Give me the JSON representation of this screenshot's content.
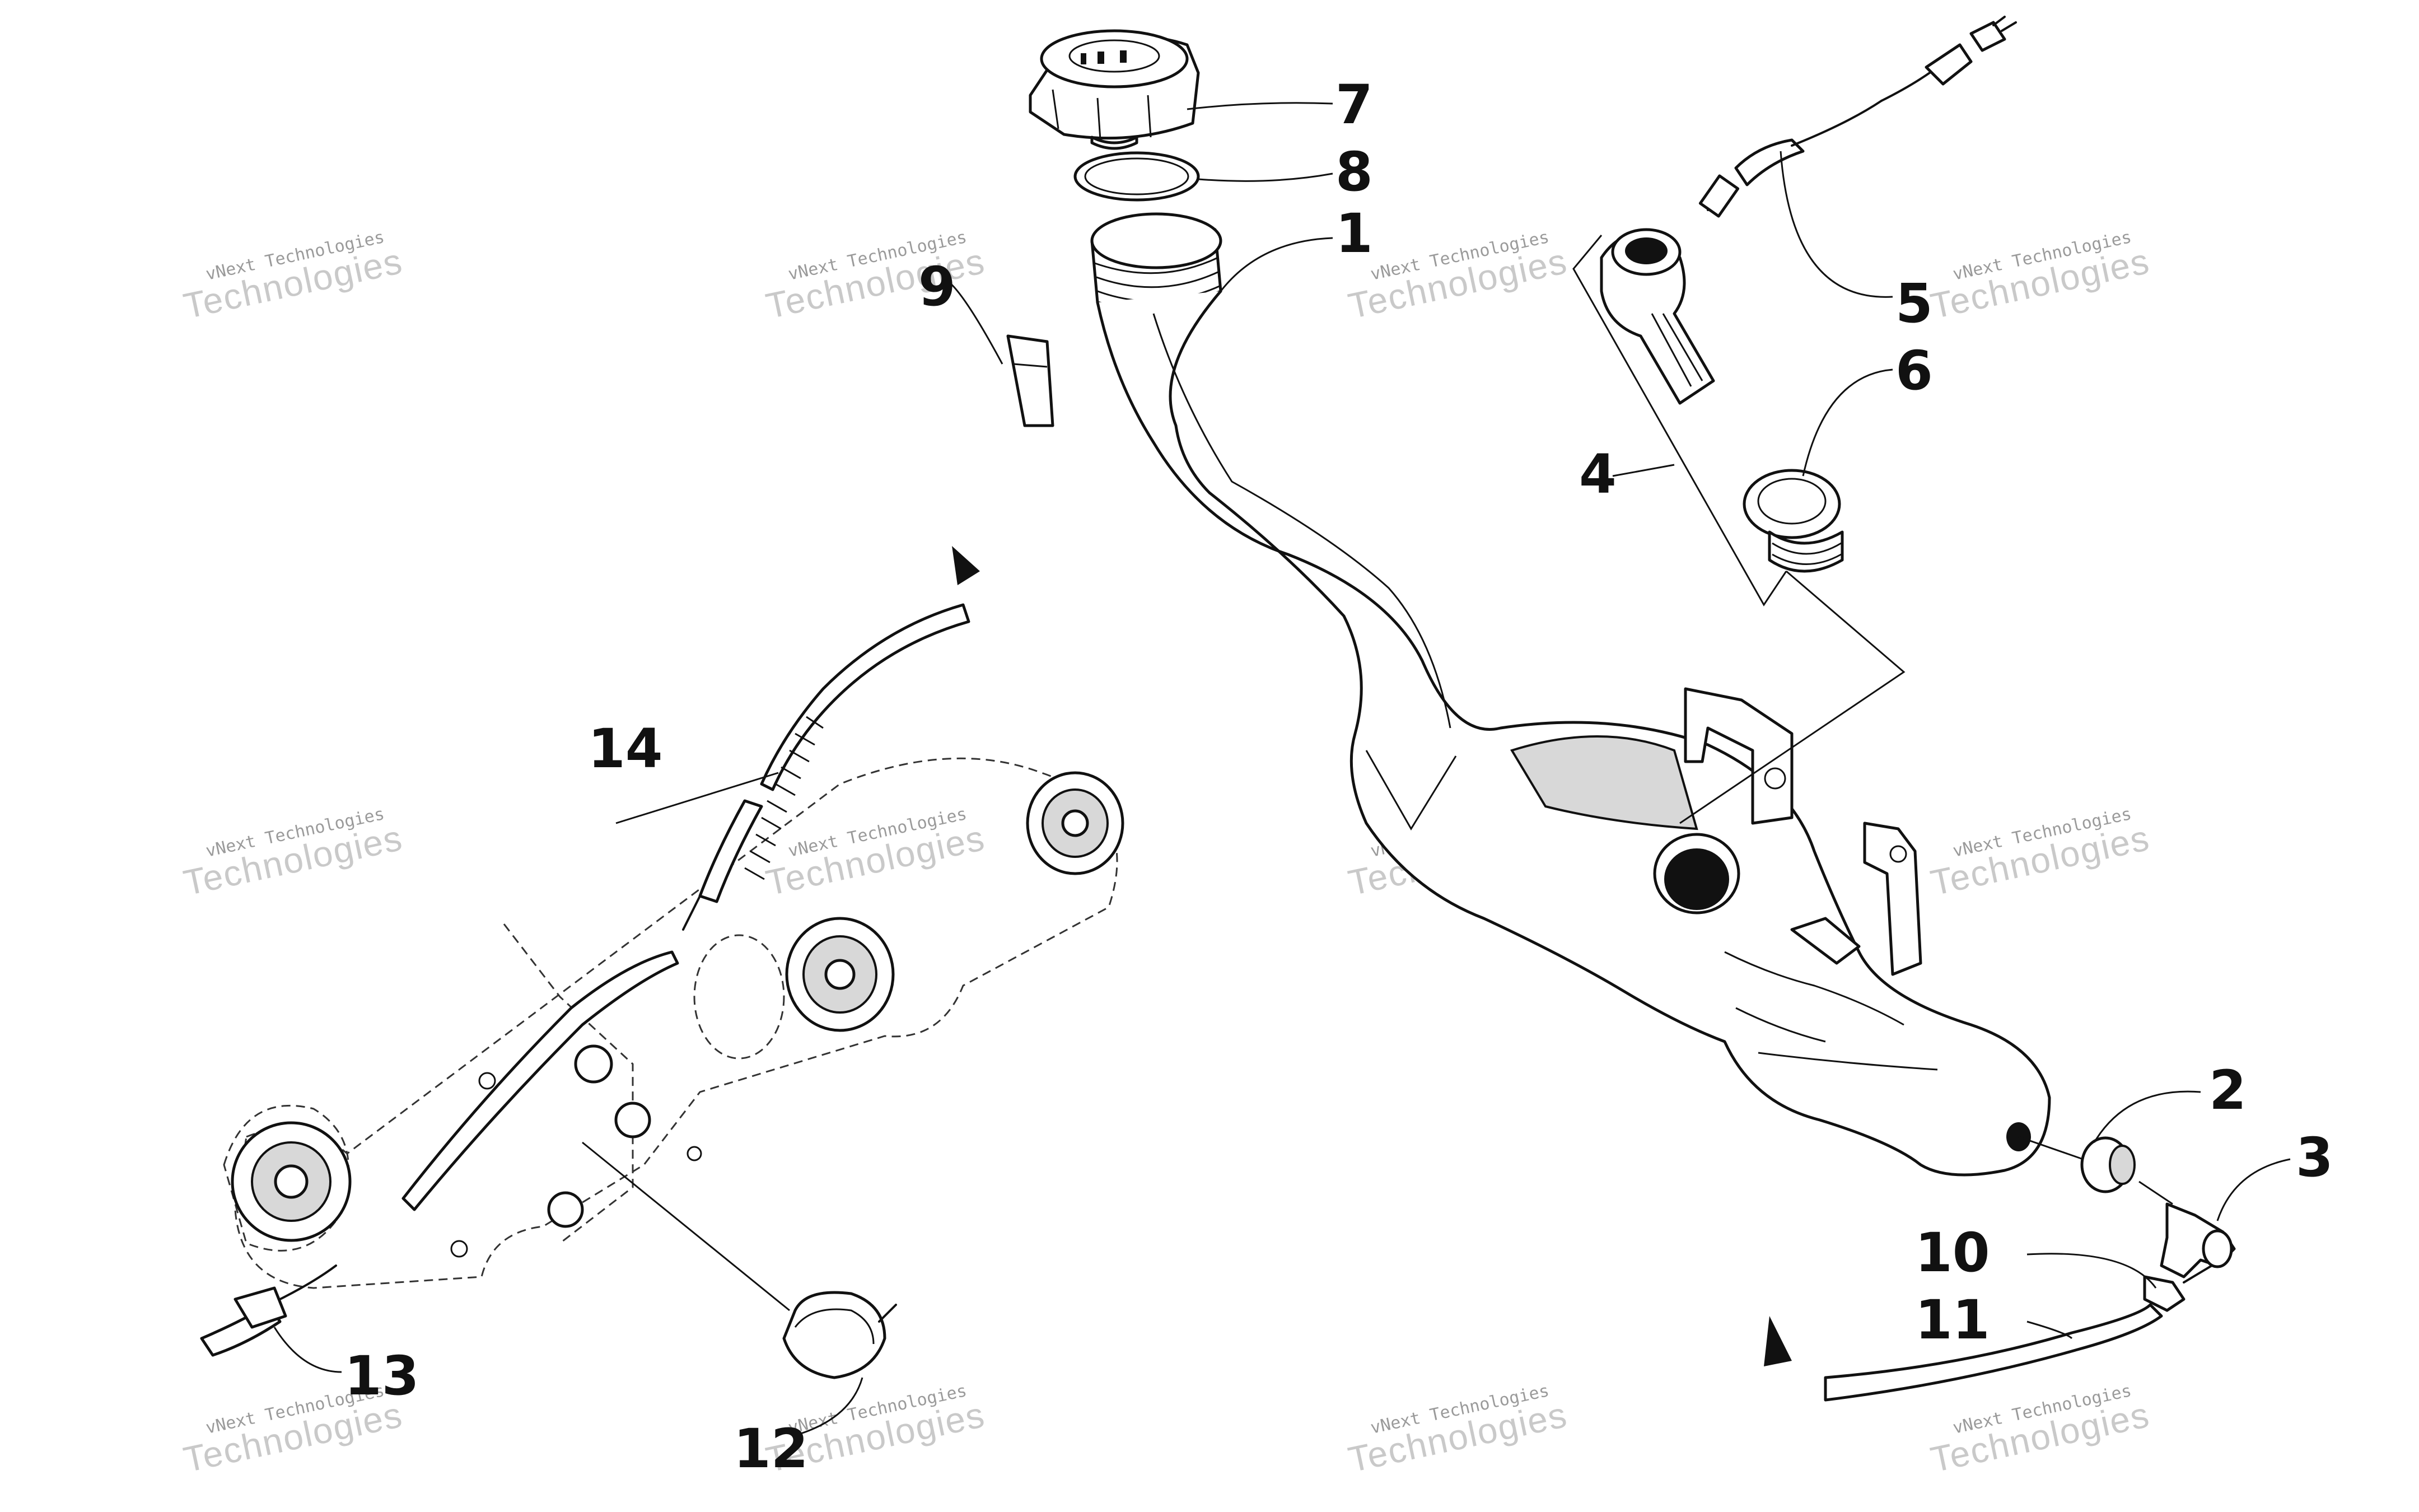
{
  "watermark": {
    "line1": "vNext Technologies",
    "line2": "Technologies",
    "tiles": [
      {
        "id": "wm1"
      },
      {
        "id": "wm2"
      },
      {
        "id": "wm3"
      },
      {
        "id": "wm4"
      },
      {
        "id": "wm5"
      },
      {
        "id": "wm6"
      },
      {
        "id": "wm7"
      },
      {
        "id": "wm8"
      },
      {
        "id": "wm9"
      },
      {
        "id": "wm10"
      },
      {
        "id": "wm11"
      },
      {
        "id": "wm12"
      }
    ]
  },
  "callouts": {
    "c1": "1",
    "c2": "2",
    "c3": "3",
    "c4": "4",
    "c5": "5",
    "c6": "6",
    "c7": "7",
    "c8": "8",
    "c9": "9",
    "c10": "10",
    "c11": "11",
    "c12": "12",
    "c13": "13",
    "c14": "14"
  },
  "colors": {
    "ink": "#111111",
    "watermark": "#c9c9c9",
    "background": "#ffffff"
  }
}
